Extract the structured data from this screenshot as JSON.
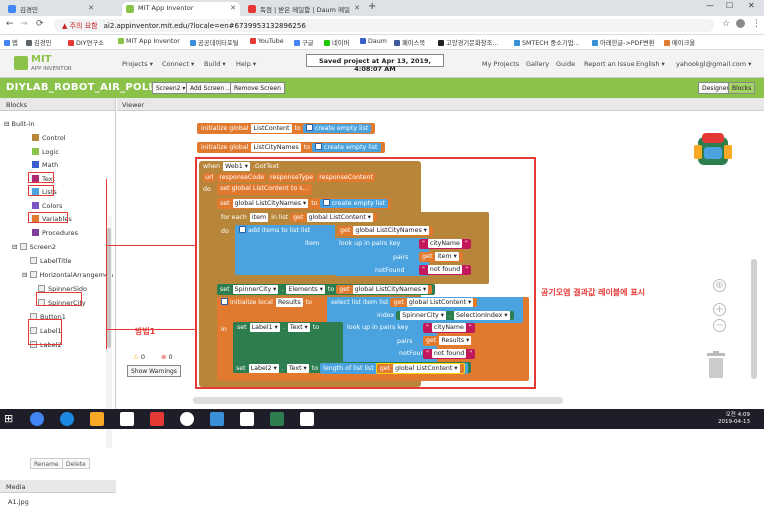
{
  "browser": {
    "tabs": [
      {
        "label": "김경민",
        "fav": "#4285f4"
      },
      {
        "label": "MIT App Inventor",
        "fav": "#8bc34a"
      },
      {
        "label": "독점 | 받은 메일함 | Daum 메일",
        "fav": "#e53935"
      }
    ],
    "url_warning": "▲ 주의 요함",
    "url": "ai2.appinventor.mit.edu/?locale=en#6739953132896256",
    "bookmarks": [
      "앱",
      "김경민",
      "DIY연구소",
      "MIT App Inventor",
      "공공데이터포털",
      "YouTube",
      "구글",
      "네이버",
      "Daum",
      "페이스북",
      "고양경기문화창조...",
      "SMTECH 중소기업...",
      "아래한글->PDF변환",
      "메이크올"
    ]
  },
  "app": {
    "logo_top": "MIT",
    "logo_bottom": "APP INVENTOR",
    "menus": [
      "Projects ▾",
      "Connect ▾",
      "Build ▾",
      "Help ▾"
    ],
    "saved_msg": "Saved project at Apr 13, 2019, 4:08:07 AM",
    "right_menus": [
      "My Projects",
      "Gallery",
      "Guide",
      "Report an Issue",
      "English ▾",
      "yahookgl@gmail.com ▾"
    ],
    "project_name": "DIYLAB_ROBOT_AIR_POLLUTION1",
    "screen_btn": "Screen2 ▾",
    "add_screen": "Add Screen ...",
    "remove_screen": "Remove Screen",
    "designer": "Designer",
    "blocks_btn": "Blocks"
  },
  "blocks_panel": {
    "title": "Blocks",
    "builtin": "Built-in",
    "items": [
      {
        "label": "Control",
        "color": "#b8863a"
      },
      {
        "label": "Logic",
        "color": "#8bc34a"
      },
      {
        "label": "Math",
        "color": "#3a5fcd"
      },
      {
        "label": "Text",
        "color": "#b0286e"
      },
      {
        "label": "Lists",
        "color": "#4aa3df"
      },
      {
        "label": "Colors",
        "color": "#7e57c2"
      },
      {
        "label": "Variables",
        "color": "#e17a2e"
      },
      {
        "label": "Procedures",
        "color": "#7b3f98"
      }
    ],
    "screen2": "Screen2",
    "components": [
      "LabelTitle",
      "HorizontalArrangemen",
      "SpinnerSido",
      "SpinnerCity",
      "Button1",
      "Label1",
      "Label2"
    ],
    "rename": "Rename",
    "delete": "Delete",
    "media_title": "Media",
    "media_file": "A1.jpg"
  },
  "viewer": {
    "title": "Viewer",
    "blocks": {
      "init1_a": "initialize global",
      "init1_name": "ListContent",
      "to": "to",
      "create_empty": "create empty list",
      "init2_name": "ListCityNames",
      "when": "when",
      "web1": "Web1 ▾",
      "gottext": ".GotText",
      "url": "url",
      "responseCode": "responseCode",
      "responseType": "responseType",
      "responseContent": "responseContent",
      "do": "do",
      "set_content": "set global ListContent to s...",
      "set": "set",
      "global_city": "global ListCityNames ▾",
      "foreach": "for each",
      "item": "item",
      "inlist": "in list",
      "get": "get",
      "global_content": "global ListContent ▾",
      "add_items": "add items to list",
      "list": "list",
      "lookup": "look up in pairs",
      "key": "key",
      "cityName": "cityName",
      "pairs": "pairs",
      "get_item": "item ▾",
      "notFound": "notFound",
      "notfound_val": "not found",
      "spinnerCity": "SpinnerCity ▾",
      "elements": "Elements ▾",
      "init_local": "initialize local",
      "results": "Results",
      "select_item": "select list item",
      "index": "index",
      "selectionIndex": "SelectionIndex ▾",
      "in": "in",
      "label1": "Label1 ▾",
      "text_prop": "Text ▾",
      "get_results": "Results ▾",
      "label2": "Label2 ▾",
      "length_of": "length of list"
    },
    "annotation_korean": "공기오염 결과값 레이블에 표시",
    "annotation_method": "방법1",
    "warnings_count": "0",
    "errors_count": "0",
    "show_warnings": "Show Warnings"
  },
  "taskbar": {
    "time": "오전 4:09",
    "date": "2019-04-13"
  }
}
